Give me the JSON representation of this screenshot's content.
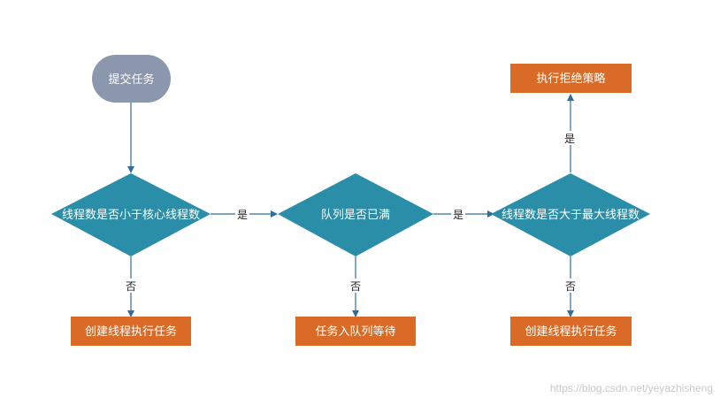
{
  "colors": {
    "start": "#8a97ad",
    "decision": "#2a8ea8",
    "process": "#d96b27",
    "edge": "#2f6f9b",
    "edge_label": "#1f1f1f",
    "watermark": "#c9c9c9"
  },
  "nodes": {
    "start": "提交任务",
    "decision_core": "线程数是否小于核心线程数",
    "decision_queue": "队列是否已满",
    "decision_max": "线程数是否大于最大线程数",
    "create_thread_1": "创建线程执行任务",
    "enqueue": "任务入队列等待",
    "create_thread_2": "创建线程执行任务",
    "reject": "执行拒绝策略"
  },
  "edge_labels": {
    "core_to_queue": "是",
    "queue_to_max": "是",
    "max_to_reject": "是",
    "core_no": "否",
    "queue_no": "否",
    "max_no": "否"
  },
  "watermark": "https://blog.csdn.net/yeyazhisheng"
}
